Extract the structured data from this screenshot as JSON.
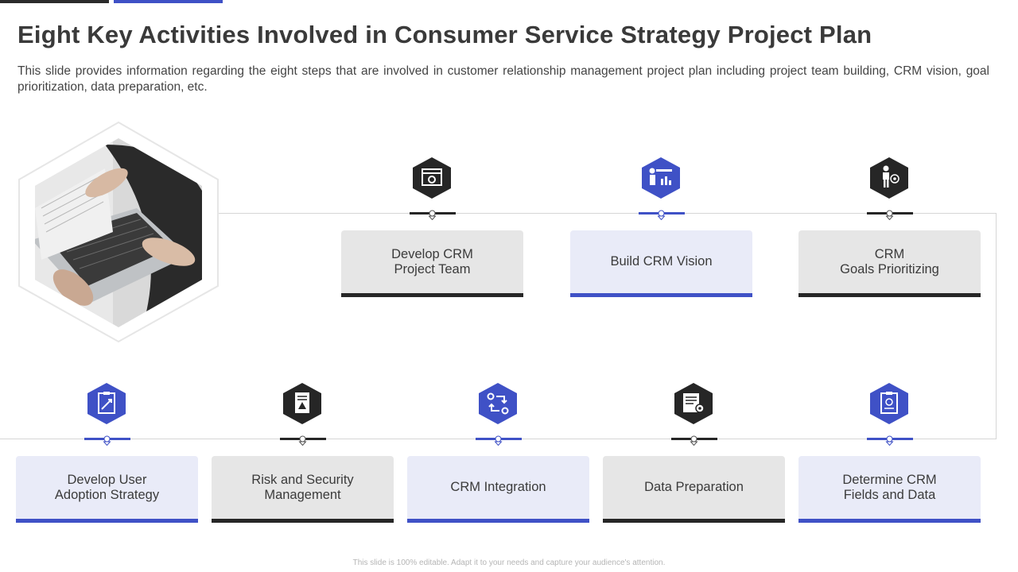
{
  "slide": {
    "title": "Eight Key Activities Involved in Consumer Service Strategy Project Plan",
    "description": "This slide provides information regarding the eight steps that are involved in customer relationship management project plan including project team building, CRM vision, goal prioritization, data preparation, etc.",
    "footer": "This slide is 100% editable. Adapt it to your needs and capture your audience's attention."
  },
  "colors": {
    "accent_blue": "#3f51c6",
    "dark": "#262626",
    "card_blue": "#e9ebf8",
    "card_grey": "#e6e6e6"
  },
  "photo": {
    "icon": "laptop-typing-photo"
  },
  "steps": [
    {
      "icon": "project-team-gear-icon",
      "style": "dark",
      "label_lines": [
        "Develop CRM",
        "Project Team"
      ]
    },
    {
      "icon": "vision-presentation-icon",
      "style": "blue",
      "label_lines": [
        "Build CRM Vision"
      ]
    },
    {
      "icon": "goal-target-person-icon",
      "style": "dark",
      "label_lines": [
        "CRM",
        "Goals Prioritizing"
      ]
    },
    {
      "icon": "adoption-strategy-icon",
      "style": "blue",
      "label_lines": [
        "Develop User",
        "Adoption Strategy"
      ]
    },
    {
      "icon": "risk-document-icon",
      "style": "dark",
      "label_lines": [
        "Risk and Security",
        "Management"
      ]
    },
    {
      "icon": "integration-cycle-icon",
      "style": "blue",
      "label_lines": [
        "CRM Integration"
      ]
    },
    {
      "icon": "data-settings-icon",
      "style": "dark",
      "label_lines": [
        "Data Preparation"
      ]
    },
    {
      "icon": "fields-clipboard-icon",
      "style": "blue",
      "label_lines": [
        "Determine CRM",
        "Fields and Data"
      ]
    }
  ]
}
